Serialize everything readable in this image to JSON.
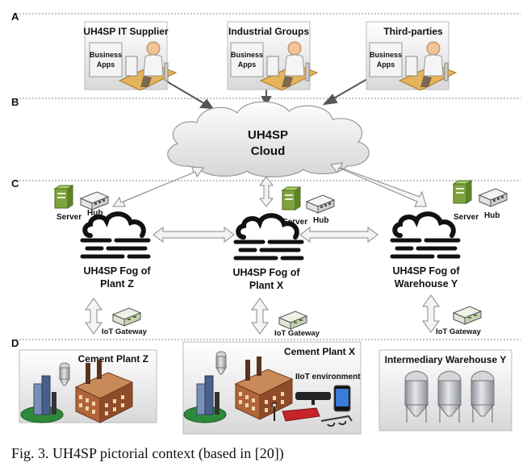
{
  "layers": [
    {
      "id": "A",
      "label": "A"
    },
    {
      "id": "B",
      "label": "B"
    },
    {
      "id": "C",
      "label": "C"
    },
    {
      "id": "D",
      "label": "D"
    }
  ],
  "stakeholders": [
    {
      "title": "UH4SP IT Supplier",
      "apps_line1": "Business",
      "apps_line2": "Apps"
    },
    {
      "title": "Industrial Groups",
      "apps_line1": "Business",
      "apps_line2": "Apps"
    },
    {
      "title": "Third-parties",
      "apps_line1": "Business",
      "apps_line2": "Apps"
    }
  ],
  "cloud": {
    "line1": "UH4SP",
    "line2": "Cloud"
  },
  "fogs": [
    {
      "line1": "UH4SP Fog of",
      "line2": "Plant Z",
      "server": "Server",
      "hub": "Hub",
      "gateway": "IoT Gateway"
    },
    {
      "line1": "UH4SP Fog of",
      "line2": "Plant X",
      "server": "Server",
      "hub": "Hub",
      "gateway": "IoT Gateway"
    },
    {
      "line1": "UH4SP Fog of",
      "line2": "Warehouse Y",
      "server": "Server",
      "hub": "Hub",
      "gateway": "IoT Gateway"
    }
  ],
  "sites": [
    {
      "title": "Cement Plant Z"
    },
    {
      "title": "Cement Plant X",
      "iiot": "IIoT environment"
    },
    {
      "title": "Intermediary Warehouse Y"
    }
  ],
  "caption": "Fig. 3. UH4SP pictorial context (based in [20])",
  "colors": {
    "server_green": "#8fb64a",
    "factory_brick": "#b0643a",
    "silo_gray": "#b9bcc2"
  }
}
